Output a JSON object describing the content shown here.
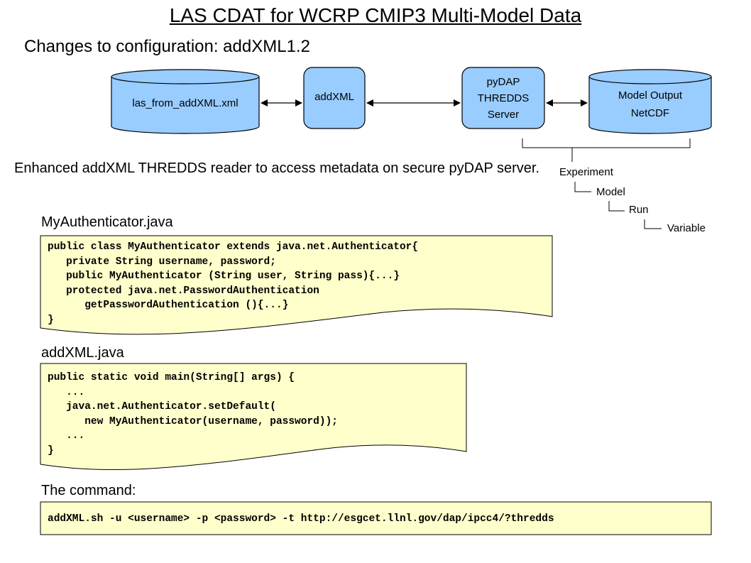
{
  "header": {
    "title": "LAS CDAT for WCRP CMIP3 Multi-Model Data",
    "subtitle": "Changes to configuration: addXML1.2"
  },
  "diagram": {
    "las_file": "las_from_addXML.xml",
    "addxml": "addXML",
    "server": [
      "pyDAP",
      "THREDDS",
      "Server"
    ],
    "model_output": [
      "Model Output",
      "NetCDF"
    ],
    "hierarchy": [
      "Experiment",
      "Model",
      "Run",
      "Variable"
    ],
    "colors": {
      "fill": "#99ccff",
      "stroke": "#000000",
      "code_bg": "#ffffcc"
    }
  },
  "description": "Enhanced addXML THREDDS reader to access metadata on secure pyDAP server.",
  "sections": {
    "authenticator": {
      "label": "MyAuthenticator.java",
      "code": "public class MyAuthenticator extends java.net.Authenticator{\n   private String username, password;\n   public MyAuthenticator (String user, String pass){...}\n   protected java.net.PasswordAuthentication\n      getPasswordAuthentication (){...}\n}"
    },
    "addxml": {
      "label": "addXML.java",
      "code": "public static void main(String[] args) {\n   ...\n   java.net.Authenticator.setDefault(\n      new MyAuthenticator(username, password));\n   ...\n}"
    },
    "command": {
      "label": "The command:",
      "code": "addXML.sh -u <username> -p <password> -t http://esgcet.llnl.gov/dap/ipcc4/?thredds"
    }
  }
}
